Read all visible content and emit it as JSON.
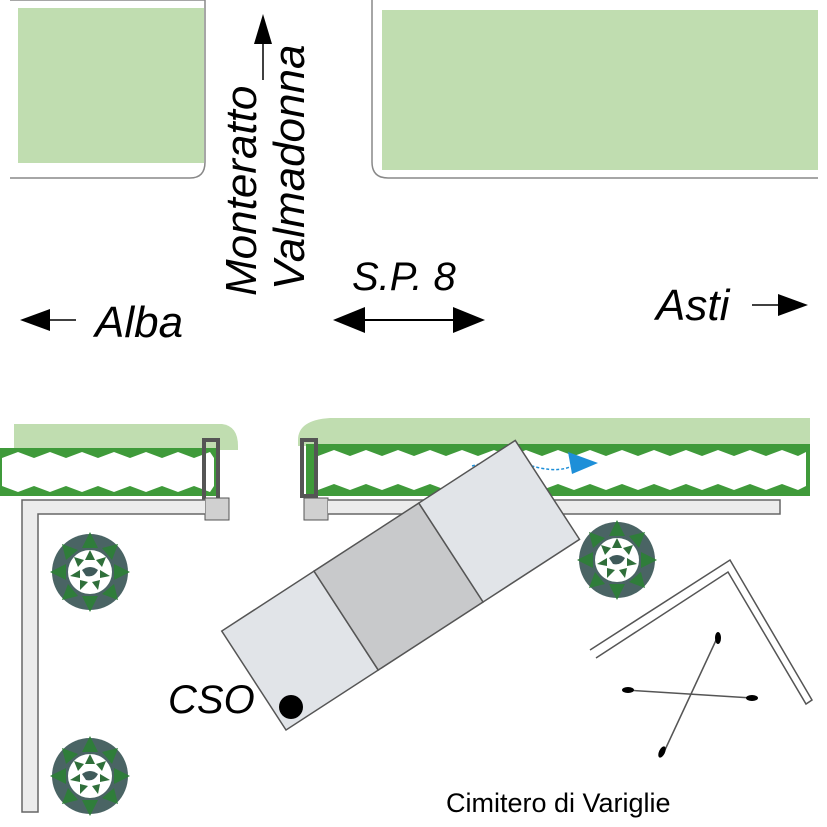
{
  "labels": {
    "north_road_1": "Monteratto",
    "north_road_2": "Valmadonna",
    "west": "Alba",
    "road": "S.P. 8",
    "east": "Asti",
    "cso": "CSO",
    "cemetery": "Cimitero di Variglie"
  },
  "colors": {
    "grass": "#c0ddb0",
    "hedge": "#3f9a3a",
    "wall": "#d6d6d6",
    "flow_arrow": "#1e8fd8",
    "building_light": "#e1e4e8",
    "building_dark": "#c8c9cb",
    "tree_dark": "#3f5a5a",
    "tree_green": "#2f7d3a"
  },
  "icons": [
    "arrow-north-icon",
    "arrow-west-icon",
    "arrow-east-icon",
    "arrow-bidirectional-icon",
    "flow-arrow-icon",
    "tree-icon",
    "cso-point-icon",
    "cross-icon"
  ]
}
